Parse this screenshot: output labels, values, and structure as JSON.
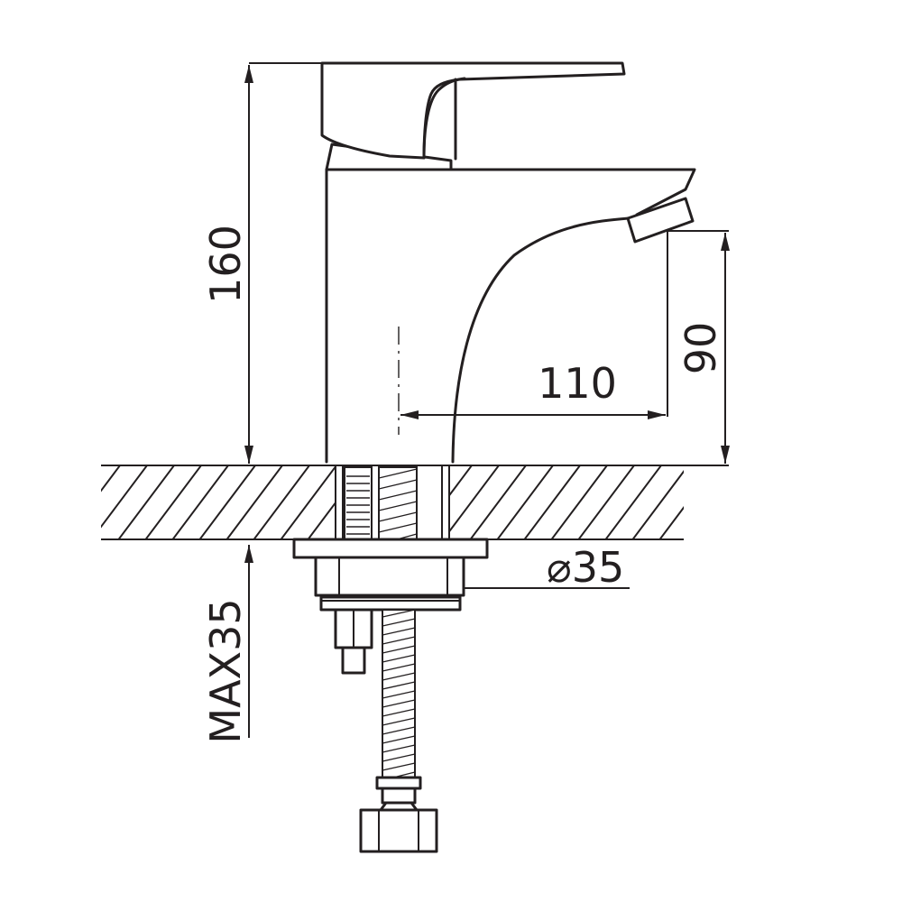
{
  "dimensions": {
    "total_height": "160",
    "spout_height": "90",
    "spout_reach": "110",
    "hole_diameter_symbol": "⌀",
    "hole_diameter": "35",
    "max_thickness": "MAX35"
  }
}
